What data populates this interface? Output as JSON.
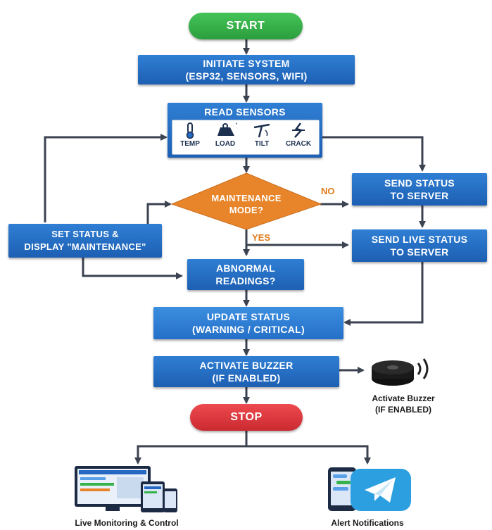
{
  "nodes": {
    "start": "START",
    "initiate": [
      "INITIATE SYSTEM",
      "(ESP32, SENSORS, WIFI)"
    ],
    "read_sensors": "READ SENSORS",
    "sensors": [
      "TEMP",
      "LOAD",
      "TILT",
      "CRACK"
    ],
    "maintenance": [
      "MAINTENANCE",
      "MODE?"
    ],
    "send_status": [
      "SEND STATUS",
      "TO SERVER"
    ],
    "set_status": [
      "SET STATUS &",
      "DISPLAY \"MAINTENANCE\""
    ],
    "send_live": [
      "SEND LIVE STATUS",
      "TO SERVER"
    ],
    "abnormal": [
      "ABNORMAL",
      "READINGS?"
    ],
    "update": [
      "UPDATE STATUS",
      "(WARNING / CRITICAL)"
    ],
    "buzzer": [
      "ACTIVATE BUZZER",
      "(IF ENABLED)"
    ],
    "stop": "STOP"
  },
  "edge_labels": {
    "no": "NO",
    "yes": "YES"
  },
  "buzzer_caption": [
    "Activate Buzzer",
    "(IF ENABLED)"
  ],
  "outputs": {
    "monitoring": "Live Monitoring & Control",
    "alerts": "Alert Notifications"
  },
  "colors": {
    "start": "#35b34a",
    "stop": "#e0383e",
    "process": "#2568c2",
    "decision": "#e8852a",
    "arrow": "#3b4250",
    "label": "#e07b1d"
  }
}
